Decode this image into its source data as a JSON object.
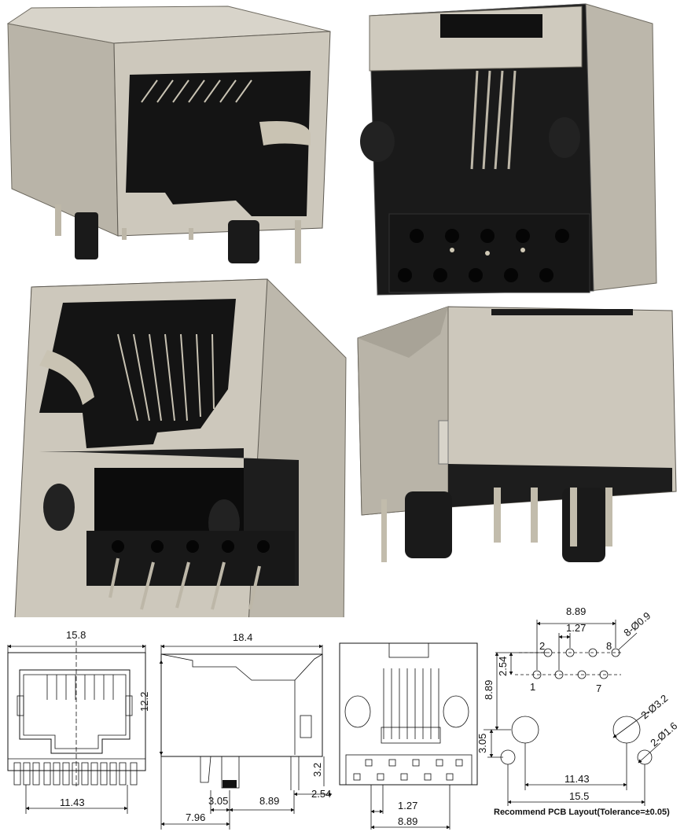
{
  "photos": [
    {
      "view": "front-right perspective"
    },
    {
      "view": "rear perspective with pins"
    },
    {
      "view": "front-left perspective"
    },
    {
      "view": "side perspective"
    }
  ],
  "front_view": {
    "width_label": "15.8",
    "pin_span_label": "11.43"
  },
  "side_view": {
    "length_label": "18.4",
    "height_label": "12.2",
    "post_offset_label": "3.05",
    "pin_row_label": "8.89",
    "pin_pitch_label": "2.54",
    "overall_bottom_label": "7.96",
    "standoff_label": "3.2"
  },
  "rear_view": {
    "pitch_label": "1.27",
    "row_span_label": "8.89"
  },
  "pcb_layout": {
    "top_span_label": "8.89",
    "pitch_label": "1.27",
    "hole_label": "8-Ø0.9",
    "pin_2": "2",
    "pin_8": "8",
    "pin_1": "1",
    "pin_7": "7",
    "row_spacing_label": "8.89",
    "row_offset_label": "2.54",
    "post_label": "2-Ø3.2",
    "shield_label": "2-Ø1.6",
    "post_spacing_label": "11.43",
    "shield_spacing_label": "15.5",
    "post_vertical_label": "3.05",
    "caption": "Recommend PCB Layout(Tolerance=±0.05)"
  }
}
